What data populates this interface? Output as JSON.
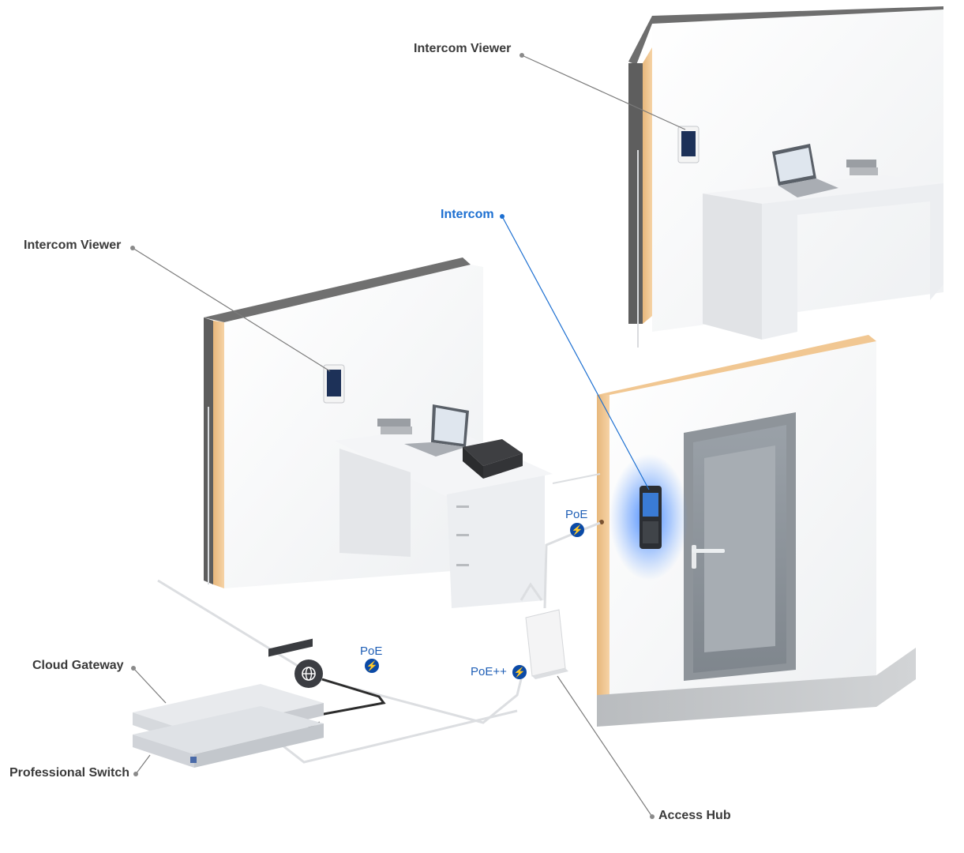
{
  "labels": {
    "intercom_viewer_top": "Intercom Viewer",
    "intercom_viewer_left": "Intercom Viewer",
    "intercom": "Intercom",
    "cloud_gateway": "Cloud Gateway",
    "professional_switch": "Professional Switch",
    "access_hub": "Access Hub"
  },
  "connections": {
    "poe_door": "PoE",
    "poe_switch": "PoE",
    "poe_plus_hub": "PoE++"
  },
  "icons": {
    "lightning": "lightning-icon",
    "globe": "globe-icon"
  },
  "colors": {
    "accent_blue": "#1c6fd1",
    "poe_badge": "#0b4aa6",
    "label_gray": "#3a3a3a",
    "intercom_glow": "#2f7bff"
  }
}
